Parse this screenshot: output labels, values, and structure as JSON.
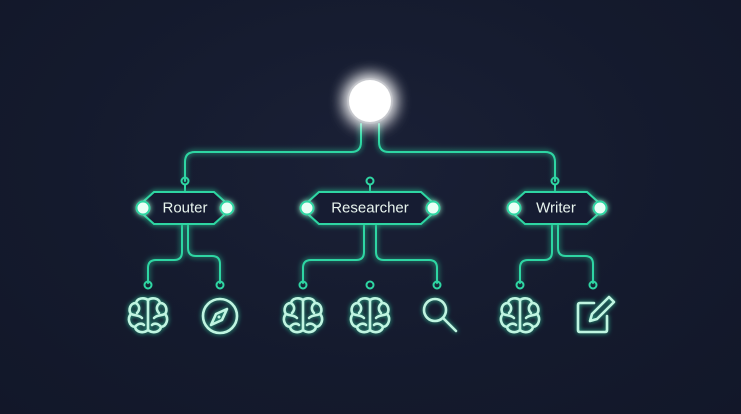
{
  "diagram": {
    "nodes": [
      {
        "id": "router",
        "label": "Router"
      },
      {
        "id": "researcher",
        "label": "Researcher"
      },
      {
        "id": "writer",
        "label": "Writer"
      }
    ],
    "tools": {
      "router": [
        "brain-icon",
        "compass-icon"
      ],
      "researcher": [
        "brain-icon",
        "brain-icon",
        "search-icon"
      ],
      "writer": [
        "brain-icon",
        "edit-icon"
      ]
    },
    "colors": {
      "background": "#151a2e",
      "accent": "#2fd6a3",
      "icon": "#bff5e1",
      "root": "#ffffff"
    }
  }
}
